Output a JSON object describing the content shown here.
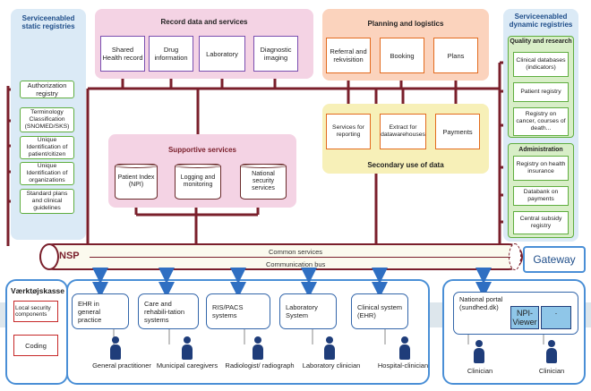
{
  "left_registries": {
    "title": "Serviceenabled static registries",
    "items": [
      "Authorization registry",
      "Terminology Classification (SNOMED/SKS)",
      "Unique Identification of patient/citizen",
      "Unique Identification of organizations",
      "Standard plans and clinical guidelines"
    ]
  },
  "record_data": {
    "title": "Record data and services",
    "items": [
      "Shared Health record",
      "Drug information",
      "Laboratory",
      "Diagnostic imaging"
    ]
  },
  "planning": {
    "title": "Planning and logistics",
    "items": [
      "Referral and rekvisition",
      "Booking",
      "Plans"
    ]
  },
  "secondary_use": {
    "title": "Secondary use of data",
    "items": [
      "Services for reporting",
      "Extract for datawarehouses",
      "Payments"
    ]
  },
  "supportive": {
    "title": "Supportive services",
    "items": [
      "Patient Index (NPI)",
      "Logging and monitoring",
      "National security services"
    ]
  },
  "right_registries": {
    "title": "Serviceenabled dynamic registries",
    "quality": {
      "title": "Quality and research",
      "items": [
        "Clinical databases (indicators)",
        "Patient registry",
        "Registry on cancer, courses of death..."
      ]
    },
    "administration": {
      "title": "Administration",
      "items": [
        "Registry on health insurance",
        "Databank on payments",
        "Central subsidy registry"
      ]
    }
  },
  "bus": {
    "nsp_label": "NSP",
    "common_services": "Common services",
    "communication_bus": "Communication bus",
    "gateway": "Gateway"
  },
  "toolbox": {
    "title": "Værktøjskasse",
    "items": [
      "Local security components",
      "Coding"
    ]
  },
  "systems": {
    "items": [
      "EHR in general practice",
      "Care and rehabili-tation systems",
      "RIS/PACS systems",
      "Laboratory System",
      "Clinical system (EHR)"
    ],
    "people": [
      "General practitioner",
      "Municipal caregivers",
      "Radiologist/ radiograph",
      "Laboratory clinician",
      "Hospital-clinician"
    ]
  },
  "portal": {
    "national_portal": "National portal (sundhed.dk)",
    "npi_viewer": "NPI-Viewer",
    "npi_dot": ".",
    "people": [
      "Clinician",
      "Clinician"
    ]
  },
  "colors": {
    "maroon": "#7a1f2b",
    "bus_blue": "#4a8fd6",
    "record_bg": "#f4d3e4",
    "planning_bg": "#fbd3bd",
    "secondary_bg": "#f7f0b8",
    "registry_bg": "#dbeaf6",
    "green_bg": "#d8eec7",
    "green_border": "#5fae3f"
  }
}
